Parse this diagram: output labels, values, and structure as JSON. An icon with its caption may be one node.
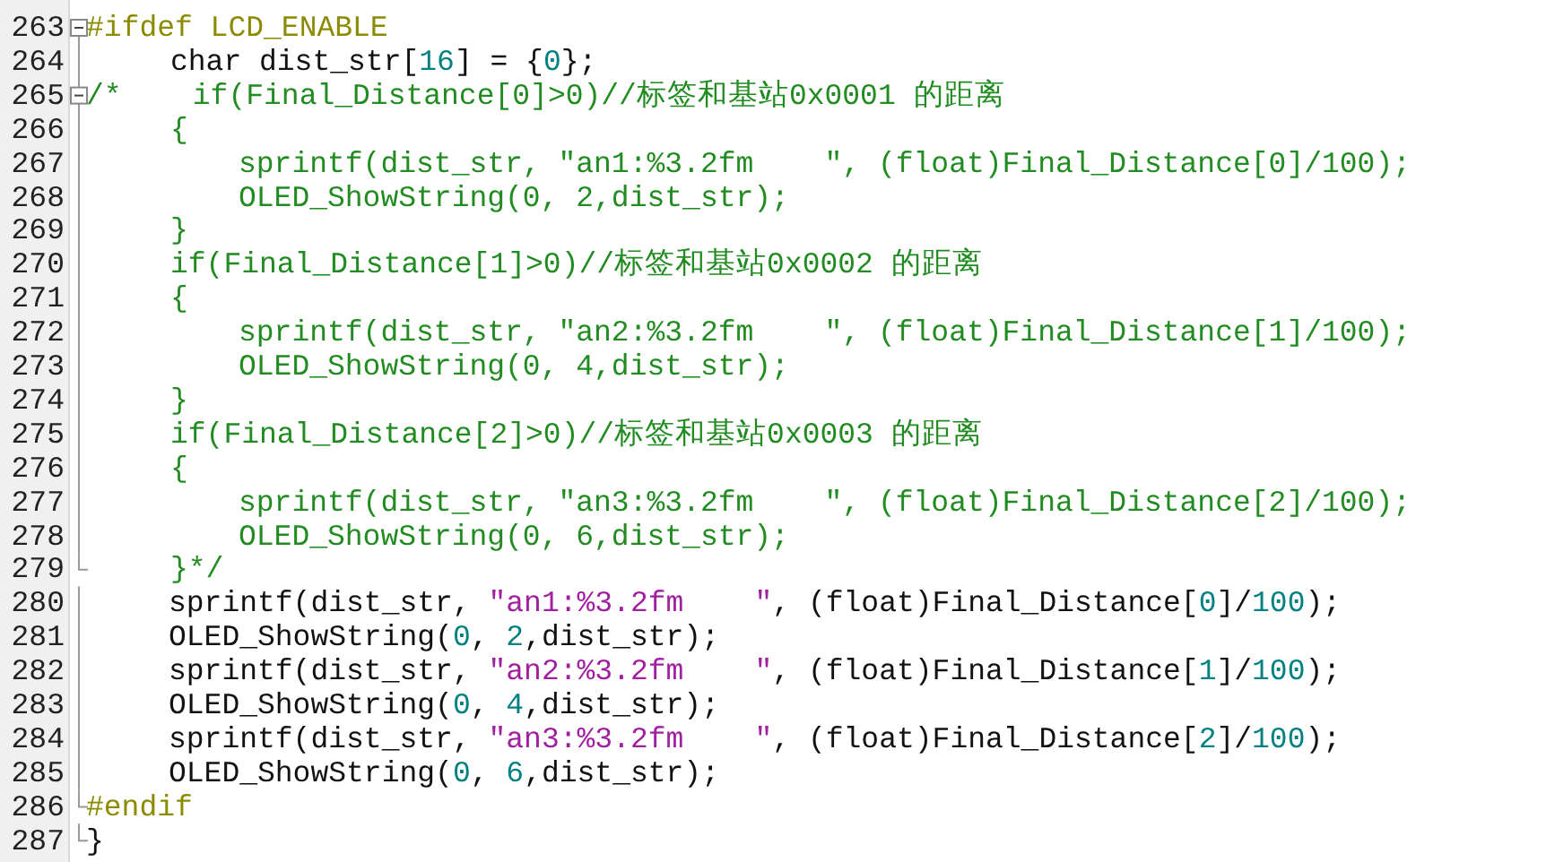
{
  "diagram": {
    "labels": [
      "263",
      "#ifdef LCD_ENABLE",
      "264",
      "char dist_str[16] = {0};",
      "265",
      "/*    if(Final_Distance[0]>0)//标签和基站0x0001 的距离",
      "266",
      "{",
      "267",
      "sprintf(dist_str, \"an1:%3.2fm    \", (float)Final_Distance[0]/100);",
      "268",
      "OLED_ShowString(0, 2,dist_str);",
      "269",
      "}",
      "270",
      "if(Final_Distance[1]>0)//标签和基站0x0002 的距离",
      "271",
      "{",
      "272",
      "sprintf(dist_str, \"an2:%3.2fm    \", (float)Final_Distance[1]/100);",
      "273",
      "OLED_ShowString(0, 4,dist_str);",
      "274",
      "}",
      "275",
      "if(Final_Distance[2]>0)//标签和基站0x0003 的距离",
      "276",
      "{",
      "277",
      "sprintf(dist_str, \"an3:%3.2fm    \", (float)Final_Distance[2]/100);",
      "278",
      "OLED_ShowString(0, 6,dist_str);",
      "279",
      "}*/",
      "280",
      "sprintf(dist_str, \"an1:%3.2fm    \", (float)Final_Distance[0]/100);",
      "281",
      "OLED_ShowString(0, 2,dist_str);",
      "282",
      "sprintf(dist_str, \"an2:%3.2fm    \", (float)Final_Distance[1]/100);",
      "283",
      "OLED_ShowString(0, 4,dist_str);",
      "284",
      "sprintf(dist_str, \"an3:%3.2fm    \", (float)Final_Distance[2]/100);",
      "285",
      "OLED_ShowString(0, 6,dist_str);",
      "286",
      "#endif",
      "287",
      "}"
    ]
  }
}
